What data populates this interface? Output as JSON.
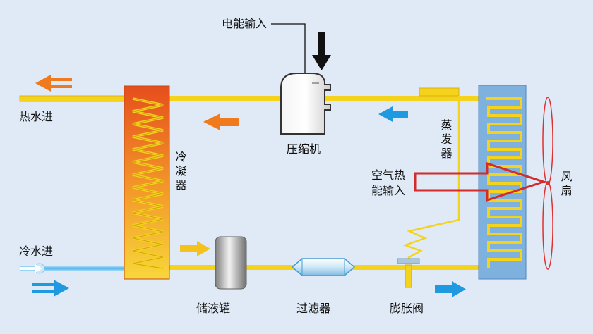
{
  "labels": {
    "power_input": "电能输入",
    "compressor": "压缩机",
    "hot_water": "热水进",
    "cold_water": "冷水进",
    "condenser": "冷凝器",
    "evaporator": "蒸发器",
    "air_heat_line1": "空气热",
    "air_heat_line2": "能输入",
    "fan": "风扇",
    "receiver": "储液罐",
    "filter": "过滤器",
    "expansion_valve": "膨胀阀"
  },
  "colors": {
    "background": "#dfeaf6",
    "pipe": "#f5d21c",
    "condenser_top": "#e8541e",
    "condenser_bottom": "#f7d23a",
    "evaporator": "#7fb1df",
    "arrow_orange": "#f07a1e",
    "arrow_blue": "#1f9ae0",
    "arrow_red": "#d32b2b",
    "cold_pipe": "#7fc6ef"
  },
  "icons": [
    "flow-arrow-icon",
    "power-arrow-icon",
    "fan-icon",
    "compressor-icon"
  ]
}
